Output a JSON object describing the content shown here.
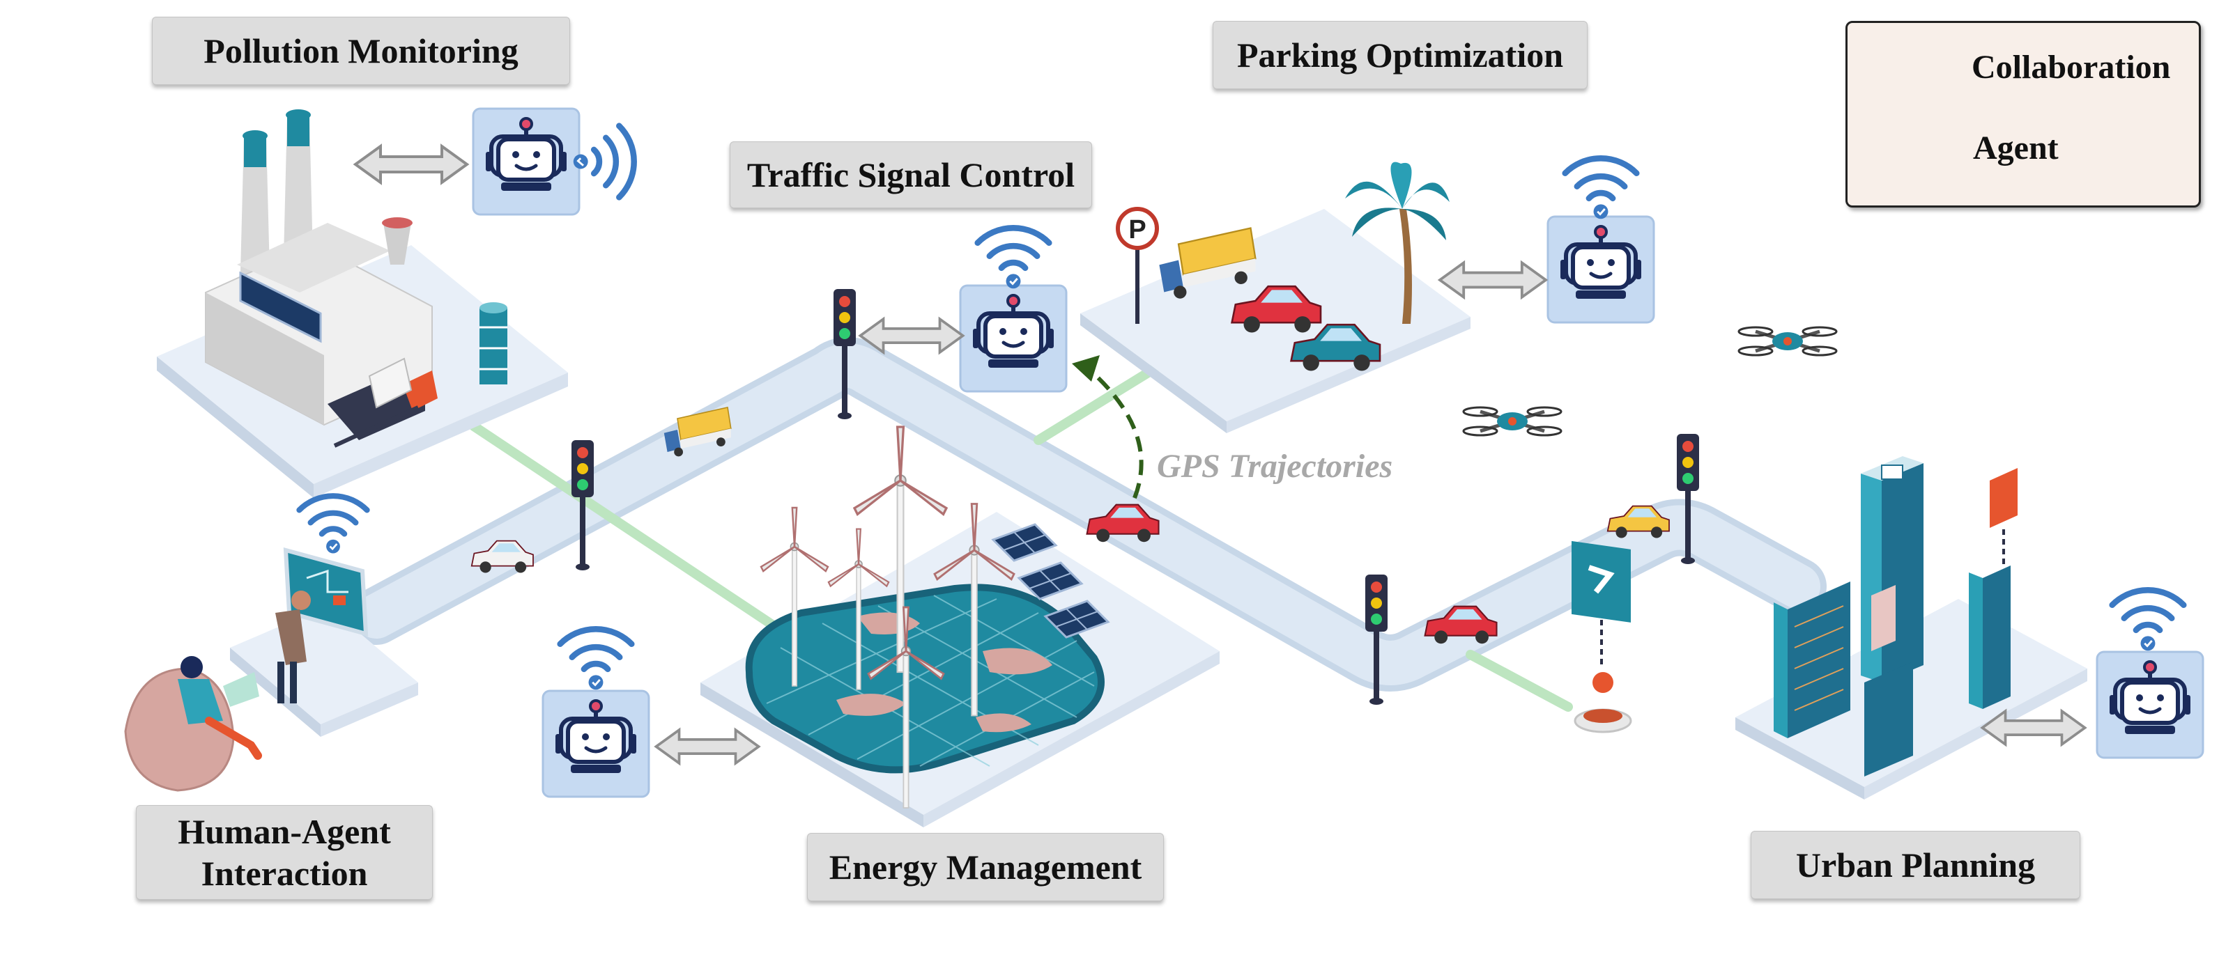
{
  "labels": {
    "pollution": "Pollution Monitoring",
    "parking": "Parking Optimization",
    "traffic": "Traffic Signal Control",
    "human_line1": "Human-Agent",
    "human_line2": "Interaction",
    "energy": "Energy Management",
    "urban": "Urban Planning"
  },
  "annotation": {
    "gps": "GPS Trajectories"
  },
  "legend": {
    "collaboration": "Collaboration",
    "agent": "Agent"
  },
  "parking_sign": "P",
  "icons": {
    "agent": "robot-icon",
    "signal": "wifi-signal-icon",
    "exchange": "double-arrow-icon"
  },
  "colors": {
    "road": "#dbe7f3",
    "platform": "#e6eef7",
    "agent_box": "#c6daf2",
    "signal": "#3b79c3",
    "robot_outline": "#1a2a5a",
    "green_path": "#bde5c0",
    "gps_arrow": "#2f5f1a",
    "pond": "#1f8aa0",
    "legend_bg": "#f8efe9"
  }
}
